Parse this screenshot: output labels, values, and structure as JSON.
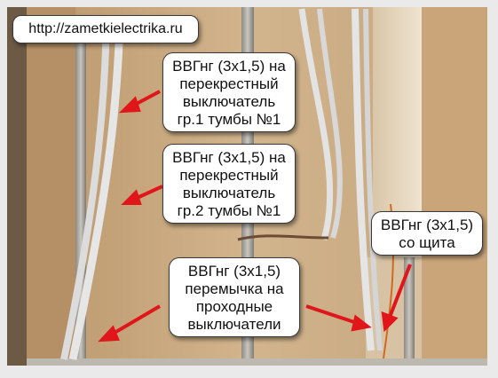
{
  "watermark": "http://zametkielectrika.ru",
  "labels": {
    "switch_group1": [
      "ВВГнг (3х1,5) на",
      "перекрестный",
      "выключатель",
      "гр.1 тумбы №1"
    ],
    "switch_group2": [
      "ВВГнг (3х1,5) на",
      "перекрестный",
      "выключатель",
      "гр.2 тумбы №1"
    ],
    "jumper": [
      "ВВГнг (3х1,5)",
      "перемычка на",
      "проходные",
      "выключатели"
    ],
    "from_panel": [
      "ВВГнг (3х1,5)",
      "со щита"
    ]
  },
  "colors": {
    "arrow": "#e0161b",
    "wall": "#c8a77e",
    "frame": "#eaeaea"
  }
}
